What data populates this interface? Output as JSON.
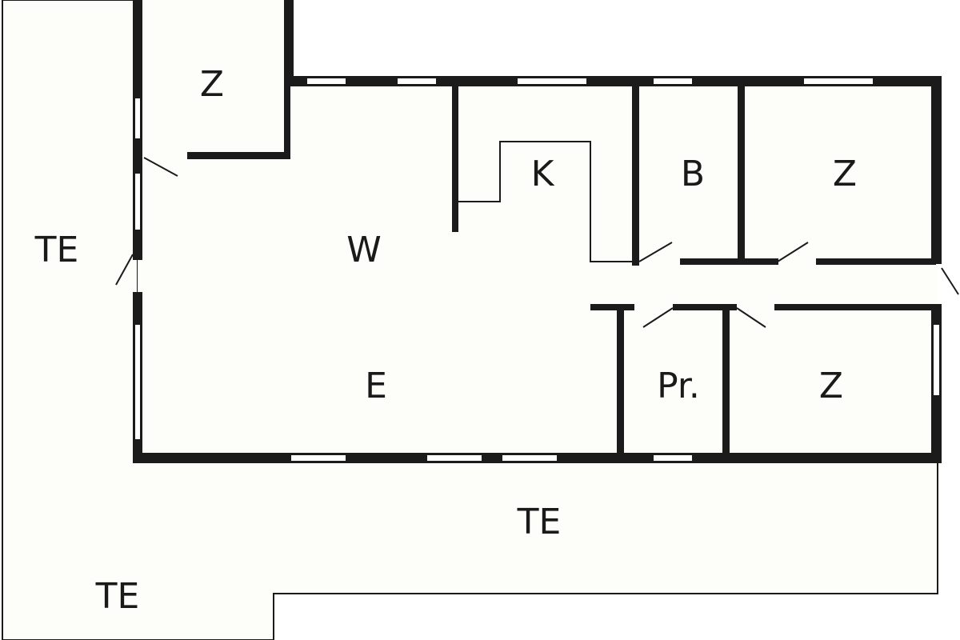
{
  "plan": {
    "background_color": "#ffffff",
    "floor_color": "#fdfef9",
    "wall_color": "#1b1b1b"
  },
  "rooms": {
    "z_top": "Z",
    "w": "W",
    "k": "K",
    "b": "B",
    "z_right": "Z",
    "e": "E",
    "pr": "Pr.",
    "z_bottom": "Z",
    "te_left": "TE",
    "te_bottom": "TE",
    "te_corner": "TE"
  }
}
